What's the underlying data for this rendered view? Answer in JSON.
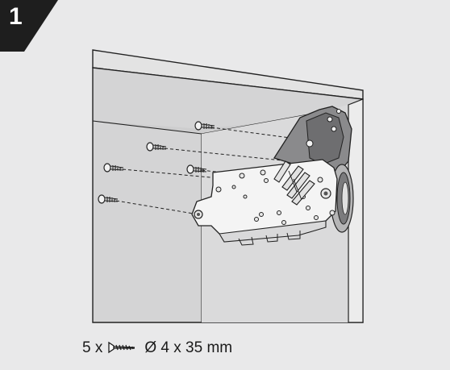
{
  "step": {
    "number": "1"
  },
  "caption": {
    "quantity": "5 x",
    "screw_icon": "screw-icon",
    "spec": "Ø 4 x 35 mm"
  },
  "colors": {
    "background": "#e9e9ea",
    "cabinet_side": "#c9c9ca",
    "cabinet_inner": "#d6d6d7",
    "cabinet_back": "#dedede",
    "mechanism_body": "#f4f4f4",
    "mechanism_dark": "#6e6e70",
    "badge": "#1e1e1e",
    "line": "#222222"
  }
}
